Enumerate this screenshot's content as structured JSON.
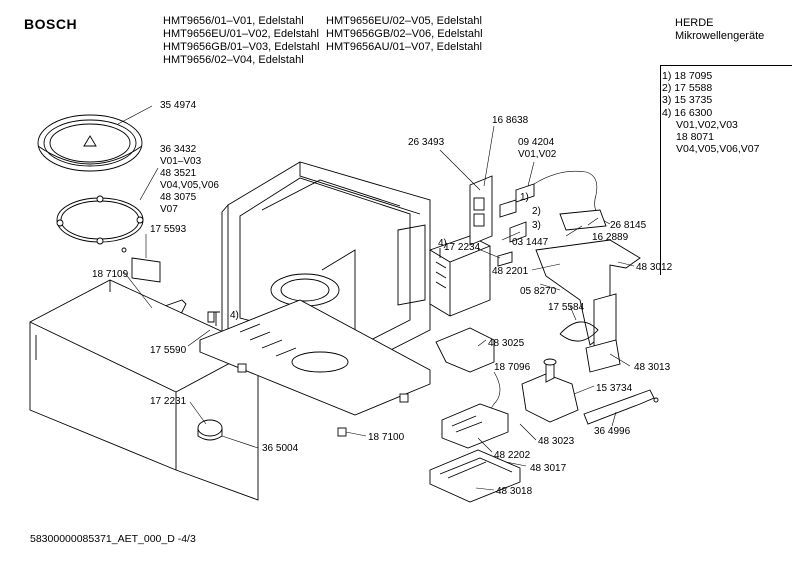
{
  "header": {
    "brand": "BOSCH",
    "models_col1": [
      "HMT9656/01–V01, Edelstahl",
      "HMT9656EU/01–V02, Edelstahl",
      "HMT9656GB/01–V03, Edelstahl",
      "HMT9656/02–V04, Edelstahl"
    ],
    "models_col2": [
      "HMT9656EU/02–V05, Edelstahl",
      "HMT9656GB/02–V06, Edelstahl",
      "HMT9656AU/01–V07, Edelstahl"
    ],
    "category": [
      "HERDE",
      "Mikrowellengeräte"
    ]
  },
  "legend": [
    "1) 18 7095",
    "2) 17 5588",
    "3) 15 3735",
    "4) 16 6300",
    "V01,V02,V03",
    "18 8071",
    "V04,V05,V06,V07"
  ],
  "parts": {
    "p354974": "35 4974",
    "p363432": "36 3432",
    "p363432v": "V01–V03",
    "p483521": "48 3521",
    "p483521v": "V04,V05,V06",
    "p483075": "48 3075",
    "p483075v": "V07",
    "p175593": "17 5593",
    "p187109": "18 7109",
    "p175590": "17 5590",
    "p172231": "17 2231",
    "p365004": "36 5004",
    "p187100": "18 7100",
    "p263493": "26 3493",
    "p168638": "16 8638",
    "p094204": "09 4204",
    "p094204v": "V01,V02",
    "p268145": "26 8145",
    "p162889": "16 2889",
    "p031447": "03 1447",
    "p172234": "17 2234",
    "p482201": "48 2201",
    "p483012": "48 3012",
    "p058270": "05 8270",
    "p175584": "17 5584",
    "p483025": "48 3025",
    "p187096": "18 7096",
    "p483013": "48 3013",
    "p153734": "15 3734",
    "p364996": "36 4996",
    "p483023": "48 3023",
    "p482202": "48 2202",
    "p483017": "48 3017",
    "p483018": "48 3018",
    "c4a": "4)",
    "c4b": "4)",
    "c1": "1)",
    "c2": "2)",
    "c3": "3)"
  },
  "footer": "58300000085371_AET_000_D   -4/3"
}
